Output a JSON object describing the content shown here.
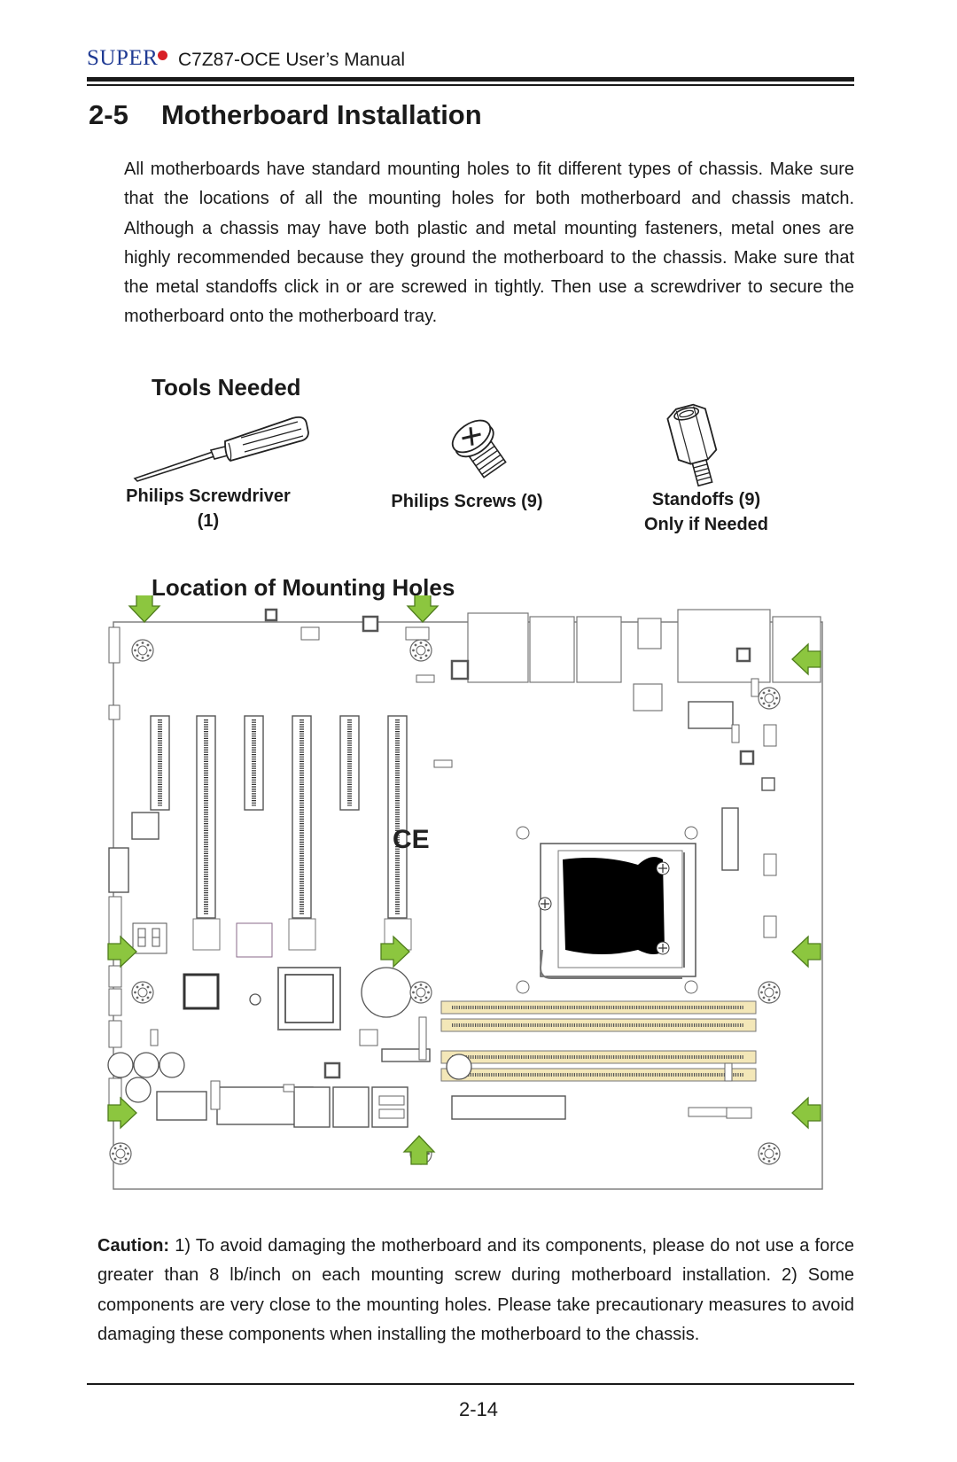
{
  "header": {
    "brand": "SUPER",
    "manual_title": "C7Z87-OCE User’s Manual"
  },
  "section": {
    "number": "2-5",
    "title": "Motherboard Installation",
    "intro": "All motherboards have standard mounting holes to fit different types of chassis. Make sure that the locations of all the mounting holes for both motherboard and chassis match. Although a chassis may have both plastic and metal mounting fasteners, metal ones are highly recommended because they ground the motherboard to the chassis. Make sure that the metal standoffs click in or are screwed in tightly. Then use a screwdriver to secure the motherboard onto the motherboard tray."
  },
  "tools": {
    "heading": "Tools Needed",
    "items": [
      {
        "label_line1": "Philips Screwdriver",
        "label_line2": "(1)",
        "icon": "screwdriver-icon"
      },
      {
        "label_line1": "Philips Screws (9)",
        "label_line2": "",
        "icon": "screw-icon"
      },
      {
        "label_line1": "Standoffs (9)",
        "label_line2": "Only if Needed",
        "icon": "standoff-icon"
      }
    ]
  },
  "mounting": {
    "heading": "Location of Mounting Holes",
    "diagram_marks": [
      "CE"
    ]
  },
  "caution": {
    "label": "Caution:",
    "text": " 1) To avoid damaging the motherboard and its components, please do not use a force greater than 8 lb/inch on each mounting screw during motherboard installation.  2) Some components are very close to the mounting holes. Please take precautionary measures to avoid damaging these components when  installing the motherboard to the chassis."
  },
  "footer": {
    "page_number": "2-14"
  },
  "colors": {
    "brand_blue": "#1f3a93",
    "brand_red": "#d81f26",
    "arrow_green": "#8cc63f",
    "dimm_beige": "#f3e7b8"
  }
}
